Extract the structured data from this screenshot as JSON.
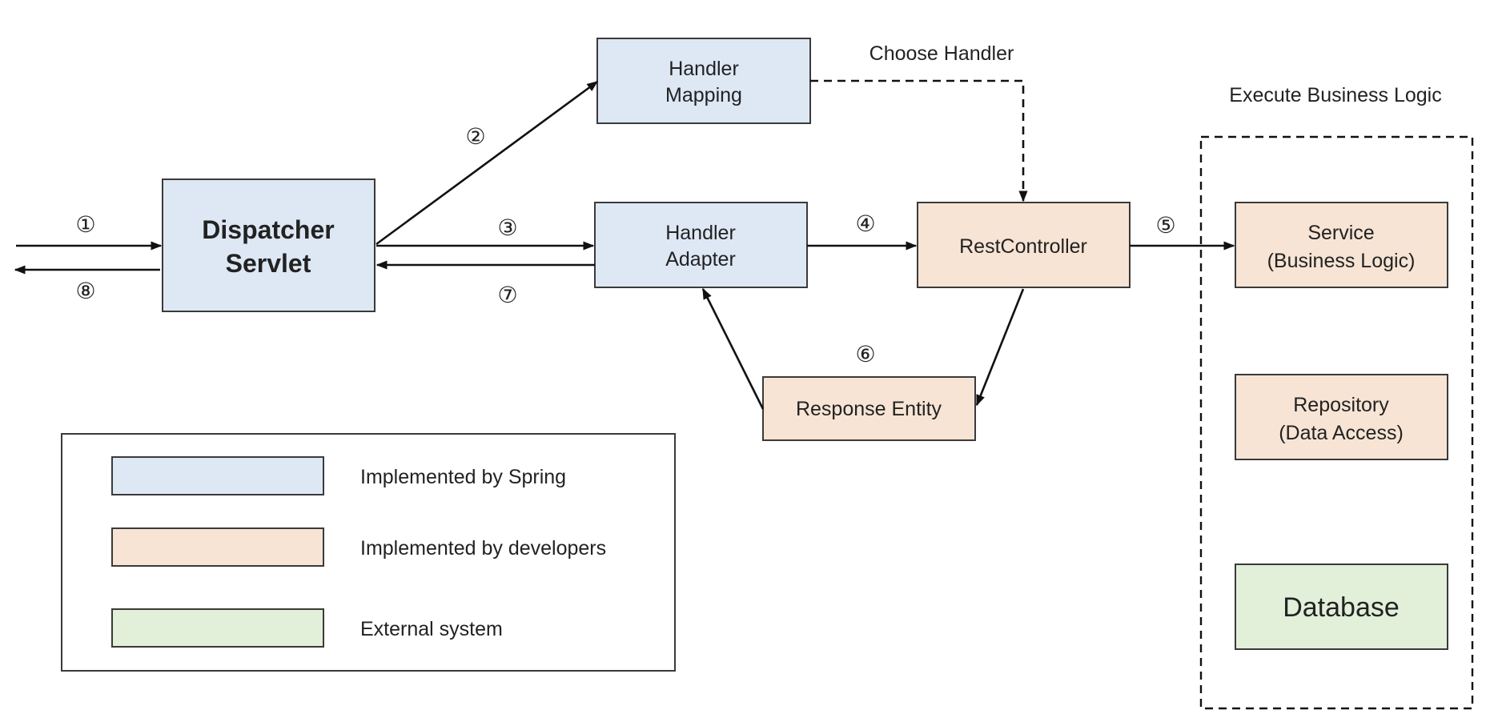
{
  "colors": {
    "spring": "#dde8f4",
    "developer": "#f7e4d4",
    "external": "#e2efd9",
    "stroke": "#3a3a3a",
    "arrow": "#111111"
  },
  "nodes": {
    "dispatcher": [
      "Dispatcher",
      "Servlet"
    ],
    "handler_mapping": [
      "Handler",
      "Mapping"
    ],
    "handler_adapter": [
      "Handler",
      "Adapter"
    ],
    "rest_controller": "RestController",
    "response_entity": "Response Entity",
    "service": [
      "Service",
      "(Business Logic)"
    ],
    "repository": [
      "Repository",
      "(Data Access)"
    ],
    "database": "Database"
  },
  "annotations": {
    "choose_handler": "Choose Handler",
    "execute_business_logic": "Execute Business Logic"
  },
  "steps": {
    "s1": "①",
    "s2": "②",
    "s3": "③",
    "s4": "④",
    "s5": "⑤",
    "s6": "⑥",
    "s7": "⑦",
    "s8": "⑧"
  },
  "legend": {
    "spring": "Implemented by Spring",
    "developer": "Implemented by developers",
    "external": "External system"
  }
}
